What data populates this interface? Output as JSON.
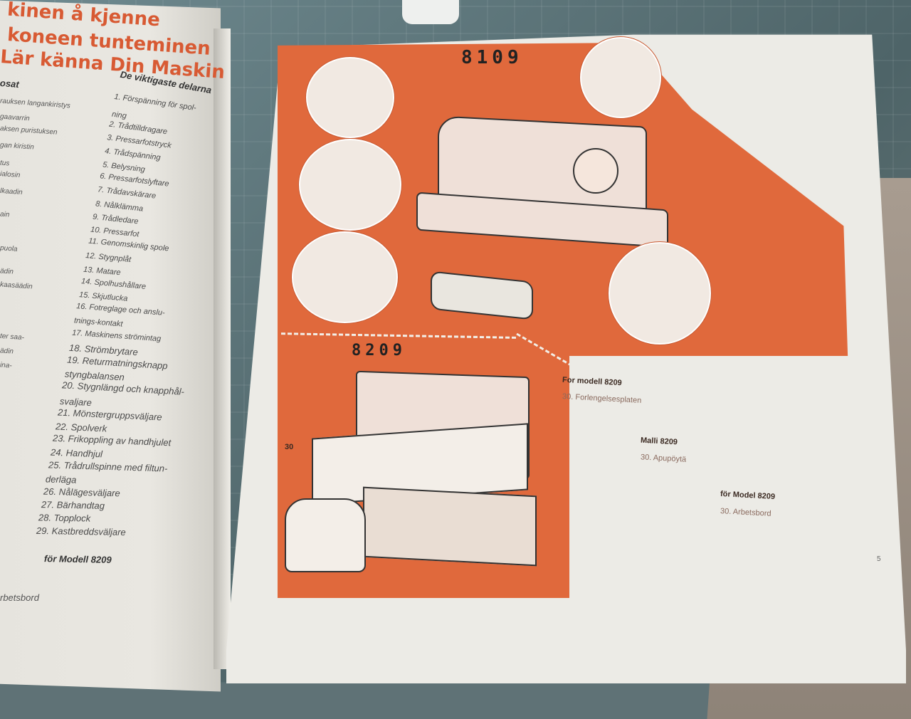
{
  "left_page": {
    "headings": [
      "kinen å kjenne",
      "koneen tunteminen",
      "Lär känna Din Maskin"
    ],
    "columns": {
      "left_title": "osat",
      "right_title": "De viktigaste delarna"
    },
    "left_items": [
      "rauksen langankiristys",
      "gaavarrin",
      "aksen puristuksen",
      "gan kiristin",
      "tus",
      "ialosin",
      "lkaadin",
      "ain",
      "puola",
      "ädin",
      "kaasäädin",
      "ter saa-",
      "ädin",
      "ina-"
    ],
    "parts": [
      "1. Förspänning för spol-",
      "ning",
      "2. Trådtilldragare",
      "3. Pressarfotstryck",
      "4. Trådspänning",
      "5. Belysning",
      "6. Pressarfotslyftare",
      "7. Trådavskärare",
      "8. Nålklämma",
      "9. Trådledare",
      "10. Pressarfot",
      "11. Genomskinlig spole",
      "12. Stygnplåt",
      "13. Matare",
      "14. Spolhushållare",
      "15. Skjutlucka",
      "16. Fotreglage och anslu-",
      "tnings-kontakt",
      "17. Maskinens strömintag",
      "18. Strömbrytare",
      "19. Returmatningsknapp",
      "styngbalansen",
      "20. Stygnlängd och knapphål-",
      "svaljare",
      "21. Mönstergruppsväljare",
      "22. Spolverk",
      "23. Frikoppling av handhjulet",
      "24. Handhjul",
      "25. Trådrullspinne med filtun-",
      "derläga",
      "26. Nålägesväljare",
      "27. Bärhandtag",
      "28. Topplock",
      "29. Kastbreddsväljare"
    ],
    "bottom_note": "för Modell 8209",
    "bottom_faded": "rbetsbord"
  },
  "right_page": {
    "model_top": "8109",
    "model_bottom": "8209",
    "notes": [
      {
        "title": "For modell 8209",
        "text": "30. Forlengelsesplaten"
      },
      {
        "title": "Malli 8209",
        "text": "30. Apupöytä"
      },
      {
        "title": "för Model 8209",
        "text": "30. Arbetsbord"
      }
    ],
    "callout_30": "30",
    "page_number": "5"
  }
}
